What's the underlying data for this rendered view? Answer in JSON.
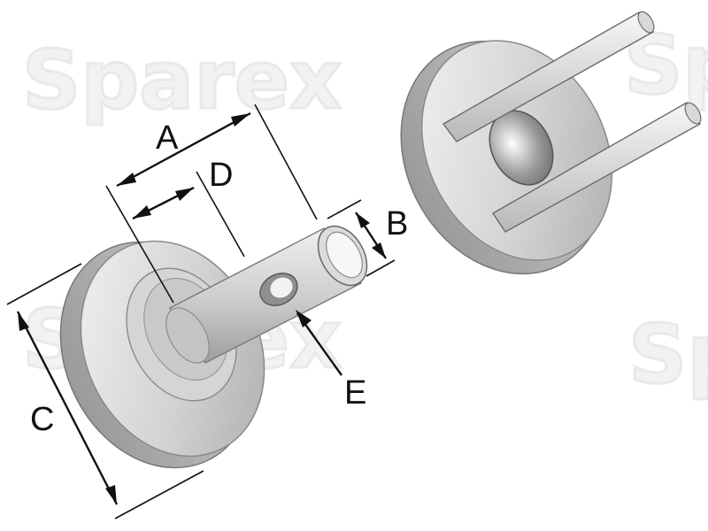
{
  "watermark": {
    "text": "Sparex"
  },
  "dimensions": {
    "A": "A",
    "B": "B",
    "C": "C",
    "D": "D",
    "E": "E"
  },
  "colors": {
    "line": "#111111",
    "metal_light": "#e6e6e6",
    "metal_mid": "#bdbdbd",
    "metal_dark": "#8c8c8c",
    "watermark": "#efefef"
  }
}
